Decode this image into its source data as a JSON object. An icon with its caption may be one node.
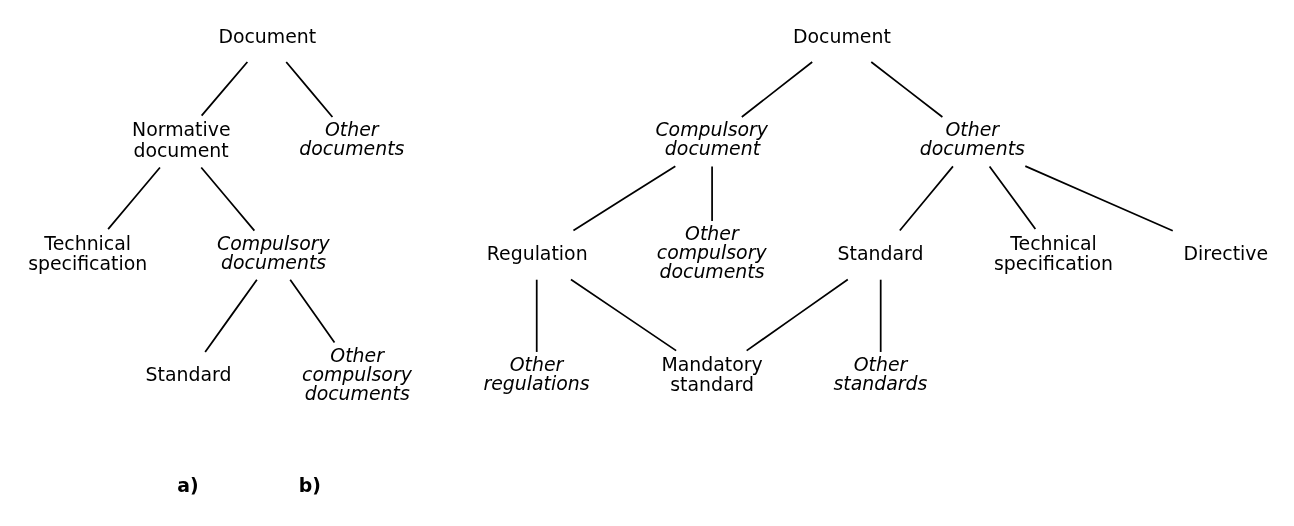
{
  "diagram": {
    "nodes": [
      {
        "text": [
          "Document"
        ]
      },
      {
        "text": [
          "Normative document"
        ]
      },
      {
        "text": [
          "Other documents"
        ]
      },
      {
        "text": [
          "Technical specification"
        ]
      },
      {
        "text": [
          "Compulsory documents"
        ]
      },
      {
        "text": [
          "Standard"
        ]
      },
      {
        "text": [
          "Other compulsory documents"
        ]
      },
      {
        "text": [
          "Document"
        ]
      },
      {
        "text": [
          "Compulsory document"
        ]
      },
      {
        "text": [
          "Other documents"
        ]
      },
      {
        "text": [
          "Regulation"
        ]
      },
      {
        "text": [
          "Other compulsory documents"
        ]
      },
      {
        "text": [
          "Standard"
        ]
      },
      {
        "text": [
          "Technical specification"
        ]
      },
      {
        "text": [
          "Directive"
        ]
      },
      {
        "text": [
          "Other regulations"
        ]
      },
      {
        "text": [
          "Mandatory standard"
        ]
      },
      {
        "text": [
          "Other standards"
        ]
      }
    ],
    "edges": [
      {
        "from": 0,
        "to": 1,
        "arrow": "none"
      },
      {
        "from": 0,
        "to": 2,
        "arrow": "none"
      },
      {
        "from": 1,
        "to": 3,
        "arrow": "none"
      },
      {
        "from": 1,
        "to": 4,
        "arrow": "none"
      },
      {
        "from": 4,
        "to": 5,
        "arrow": "none"
      },
      {
        "from": 4,
        "to": 6,
        "arrow": "none"
      },
      {
        "from": 7,
        "to": 8,
        "arrow": "none"
      },
      {
        "from": 7,
        "to": 9,
        "arrow": "none"
      },
      {
        "from": 8,
        "to": 10,
        "arrow": "none"
      },
      {
        "from": 8,
        "to": 11,
        "arrow": "none"
      },
      {
        "from": 9,
        "to": 12,
        "arrow": "none"
      },
      {
        "from": 9,
        "to": 13,
        "arrow": "none"
      },
      {
        "from": 9,
        "to": 14,
        "arrow": "none"
      },
      {
        "from": 10,
        "to": 15,
        "arrow": "none"
      },
      {
        "from": 10,
        "to": 16,
        "arrow": "none"
      },
      {
        "from": 12,
        "to": 16,
        "arrow": "none"
      },
      {
        "from": 12,
        "to": 17,
        "arrow": "none"
      }
    ],
    "labels": [
      "a)",
      "b)"
    ]
  }
}
